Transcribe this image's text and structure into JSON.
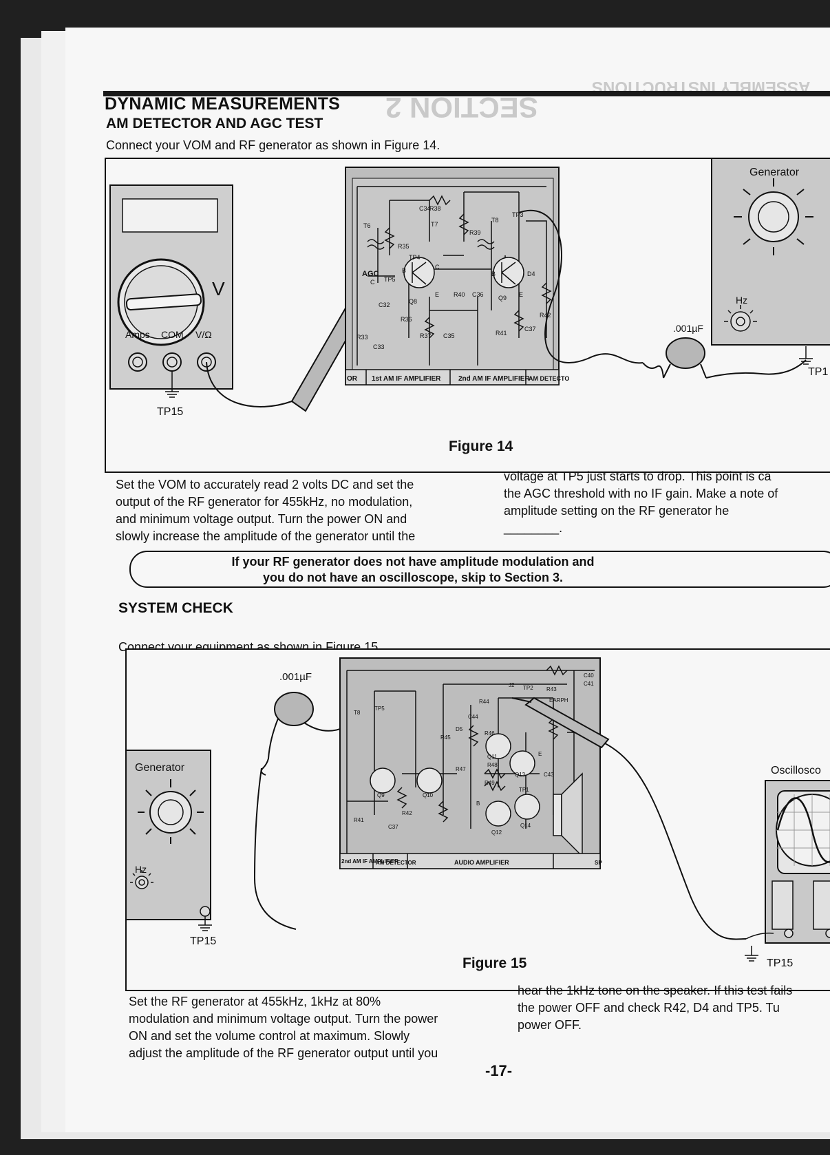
{
  "header": {
    "title": "DYNAMIC MEASUREMENTS",
    "subtitle": "AM DETECTOR AND AGC TEST",
    "intro": "Connect your VOM and RF generator as shown in Figure 14.",
    "bleed_section": "SECTION 2",
    "bleed_header": "ASSEMBLY INSTRUCTIONS"
  },
  "figure14": {
    "caption": "Figure 14",
    "vom": {
      "amps": "Amps",
      "com": "COM",
      "volt_ohm": "V/Ω",
      "range": "V",
      "tp": "TP15"
    },
    "capacitor": ".001µF",
    "generator": {
      "label": "Generator",
      "hz": "Hz",
      "tp": "TP1"
    },
    "board": {
      "labels": [
        "T6",
        "R35",
        "C34",
        "R38",
        "T7",
        "R39",
        "T8",
        "TP3",
        "AGC",
        "C",
        "TP5",
        "TP4",
        "C",
        "Q8",
        "E",
        "R40",
        "C36",
        "Q9",
        "D4",
        "B",
        "C32",
        "R36",
        "R33",
        "C33",
        "R37",
        "C35",
        "R41",
        "C37",
        "R42",
        "B",
        "E"
      ],
      "sections": [
        "OR",
        "1st AM IF AMPLIFIER",
        "2nd AM IF AMPLIFIER",
        "AM DETECTO"
      ]
    }
  },
  "para1": {
    "col1": [
      "Set the VOM to accurately read 2 volts DC and set the",
      "output of the RF generator for 455kHz, no modulation,",
      "and minimum voltage output.  Turn the power ON and",
      "slowly increase the amplitude of the generator until the"
    ],
    "col2": [
      "voltage at TP5 just starts to drop.  This point is ca",
      "the AGC threshold with no IF gain.  Make a note of",
      "amplitude   setting   on   the   RF   generator   he",
      "________."
    ]
  },
  "callout": {
    "line1": "If your RF generator does not have amplitude modulation and",
    "line2": "you do not have an oscilloscope, skip to Section 3."
  },
  "system_check": {
    "heading": "SYSTEM CHECK",
    "intro": "Connect your equipment as shown in Figure 15."
  },
  "figure15": {
    "caption": "Figure 15",
    "capacitor": ".001µF",
    "generator": {
      "label": "Generator",
      "hz": "Hz",
      "tp": "TP15"
    },
    "oscilloscope": {
      "label": "Oscillosco",
      "tp": "TP15"
    },
    "board": {
      "labels": [
        "TP5",
        "T8",
        "J2",
        "TP2",
        "R43",
        "C40",
        "C41",
        "EARPH",
        "R44",
        "C44",
        "R45",
        "D5",
        "Q11",
        "R46",
        "Q13",
        "R47",
        "R48",
        "Q10",
        "Q9",
        "R41",
        "C37",
        "R49",
        "TP1",
        "Q12",
        "Q14",
        "C43",
        "R42",
        "E",
        "B"
      ],
      "sections": [
        "2nd AM IF AMPLIFIER",
        "AM DETECTOR",
        "AUDIO AMPLIFIER",
        "SP"
      ]
    }
  },
  "para2": {
    "col1": [
      "Set   the   RF   generator   at   455kHz,   1kHz   at   80%",
      "modulation and minimum voltage output.  Turn the power",
      "ON and set the volume control at maximum.   Slowly",
      "adjust the amplitude of the RF generator output until you"
    ],
    "col2": [
      "hear the 1kHz tone on the speaker.  If this test fails",
      "the power OFF and check R42, D4 and TP5.  Tu",
      "power OFF."
    ]
  },
  "footer": {
    "page_number": "-17-"
  }
}
